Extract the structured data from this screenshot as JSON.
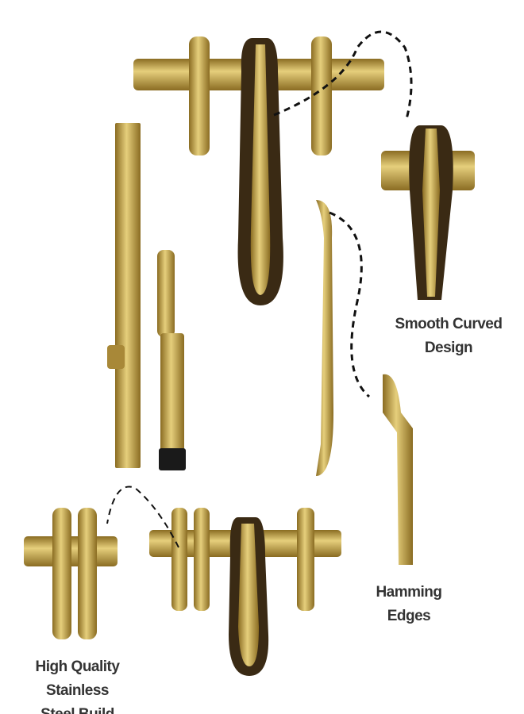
{
  "captions": {
    "smooth": [
      "Smooth Curved",
      "Design"
    ],
    "hamming": [
      "Hamming",
      "Edges"
    ],
    "steel": [
      "High Quality Stainless",
      "Steel Build"
    ]
  },
  "colors": {
    "brass": "#c9a94a",
    "brass_dark": "#8a6c22",
    "bronze": "#3a2a14",
    "text": "#333333"
  }
}
